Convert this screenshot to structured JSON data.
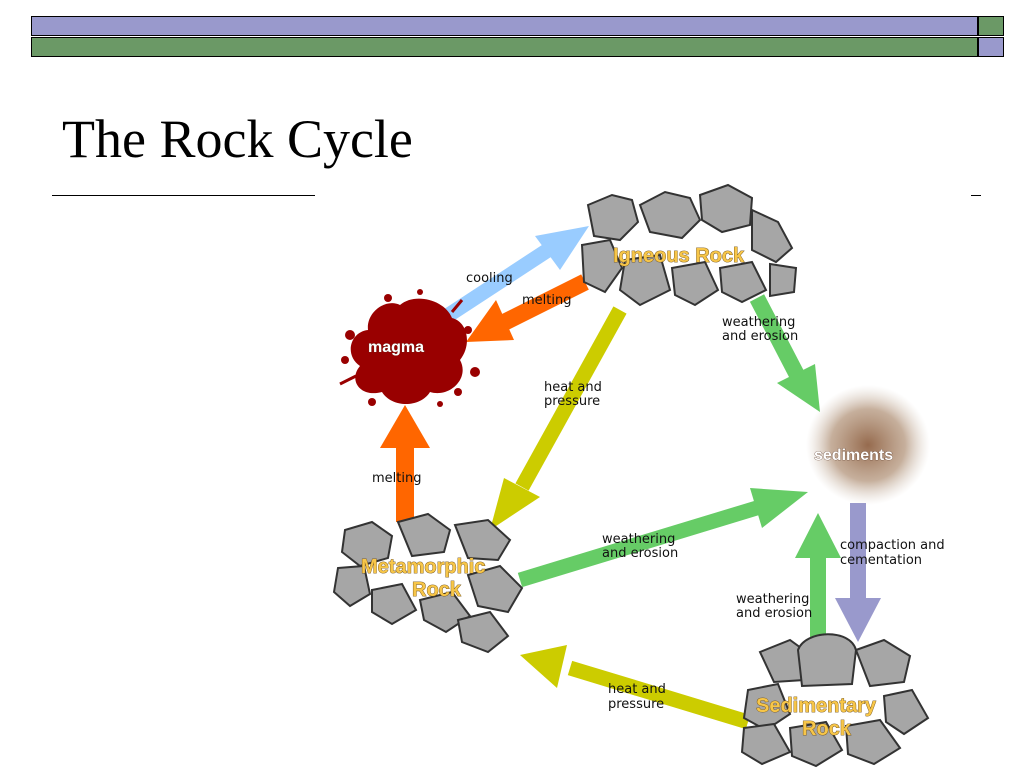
{
  "header_band": {
    "colors": {
      "top": "#9999cc",
      "bottom": "#6b9966",
      "border": "#000000"
    }
  },
  "slide": {
    "title": "The Rock Cycle"
  },
  "diagram": {
    "nodes": {
      "igneous": "Igneous Rock",
      "magma": "magma",
      "sediments": "sediments",
      "metamorphic_line1": "Metamorphic",
      "metamorphic_line2": "Rock",
      "sedimentary_line1": "Sedimentary",
      "sedimentary_line2": "Rock"
    },
    "edges": {
      "cooling": "cooling",
      "melting_igneous": "melting",
      "weathering_igneous_1": "weathering",
      "weathering_igneous_2": "and erosion",
      "heat_igneous_1": "heat and",
      "heat_igneous_2": "pressure",
      "melting_metamorphic": "melting",
      "weathering_metamorphic_1": "weathering",
      "weathering_metamorphic_2": "and erosion",
      "compaction_1": "compaction and",
      "compaction_2": "cementation",
      "weathering_sedimentary_1": "weathering",
      "weathering_sedimentary_2": "and erosion",
      "heat_sedimentary_1": "heat and",
      "heat_sedimentary_2": "pressure"
    },
    "colors": {
      "cooling": "#99ccff",
      "melting": "#ff6600",
      "weathering": "#66cc66",
      "heat_pressure": "#cccc00",
      "compaction": "#9999cc",
      "magma": "#990000",
      "rock_fill": "#a6a6a6",
      "rock_stroke": "#333333"
    }
  }
}
